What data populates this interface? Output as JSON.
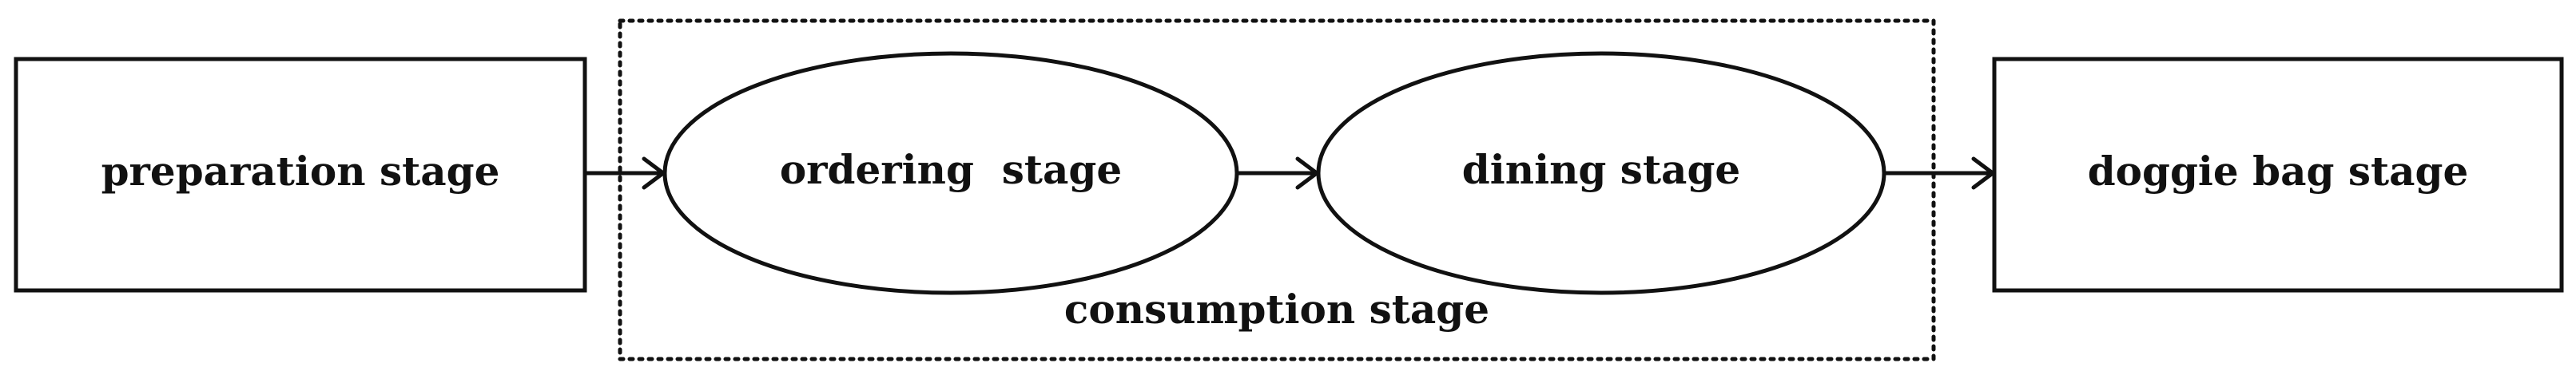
{
  "diagram": {
    "nodes": {
      "preparation": "preparation stage",
      "ordering": "ordering  stage",
      "dining": "dining stage",
      "doggie_bag": "doggie bag stage"
    },
    "group_label": "consumption stage"
  }
}
